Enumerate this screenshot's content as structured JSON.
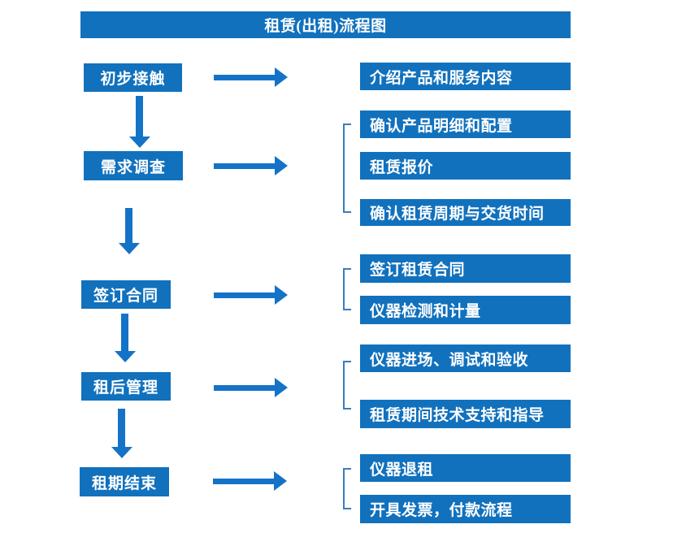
{
  "title": "租赁(出租)流程图",
  "colors": {
    "box_blue": "#1171BD",
    "arrow_blue": "#1473C7",
    "bracket_blue": "#3A7CBF",
    "text_white": "#FFFFFF",
    "background": "#FFFFFF"
  },
  "flow": {
    "steps": [
      {
        "label": "初步接触"
      },
      {
        "label": "需求调查"
      },
      {
        "label": "签订合同"
      },
      {
        "label": "租后管理"
      },
      {
        "label": "租期结束"
      }
    ],
    "details": [
      {
        "label": "介绍产品和服务内容"
      },
      {
        "label": "确认产品明细和配置"
      },
      {
        "label": "租赁报价"
      },
      {
        "label": "确认租赁周期与交货时间"
      },
      {
        "label": "签订租赁合同"
      },
      {
        "label": "仪器检测和计量"
      },
      {
        "label": "仪器进场、调试和验收"
      },
      {
        "label": "租赁期间技术支持和指导"
      },
      {
        "label": "仪器退租"
      },
      {
        "label": "开具发票，付款流程"
      }
    ]
  }
}
